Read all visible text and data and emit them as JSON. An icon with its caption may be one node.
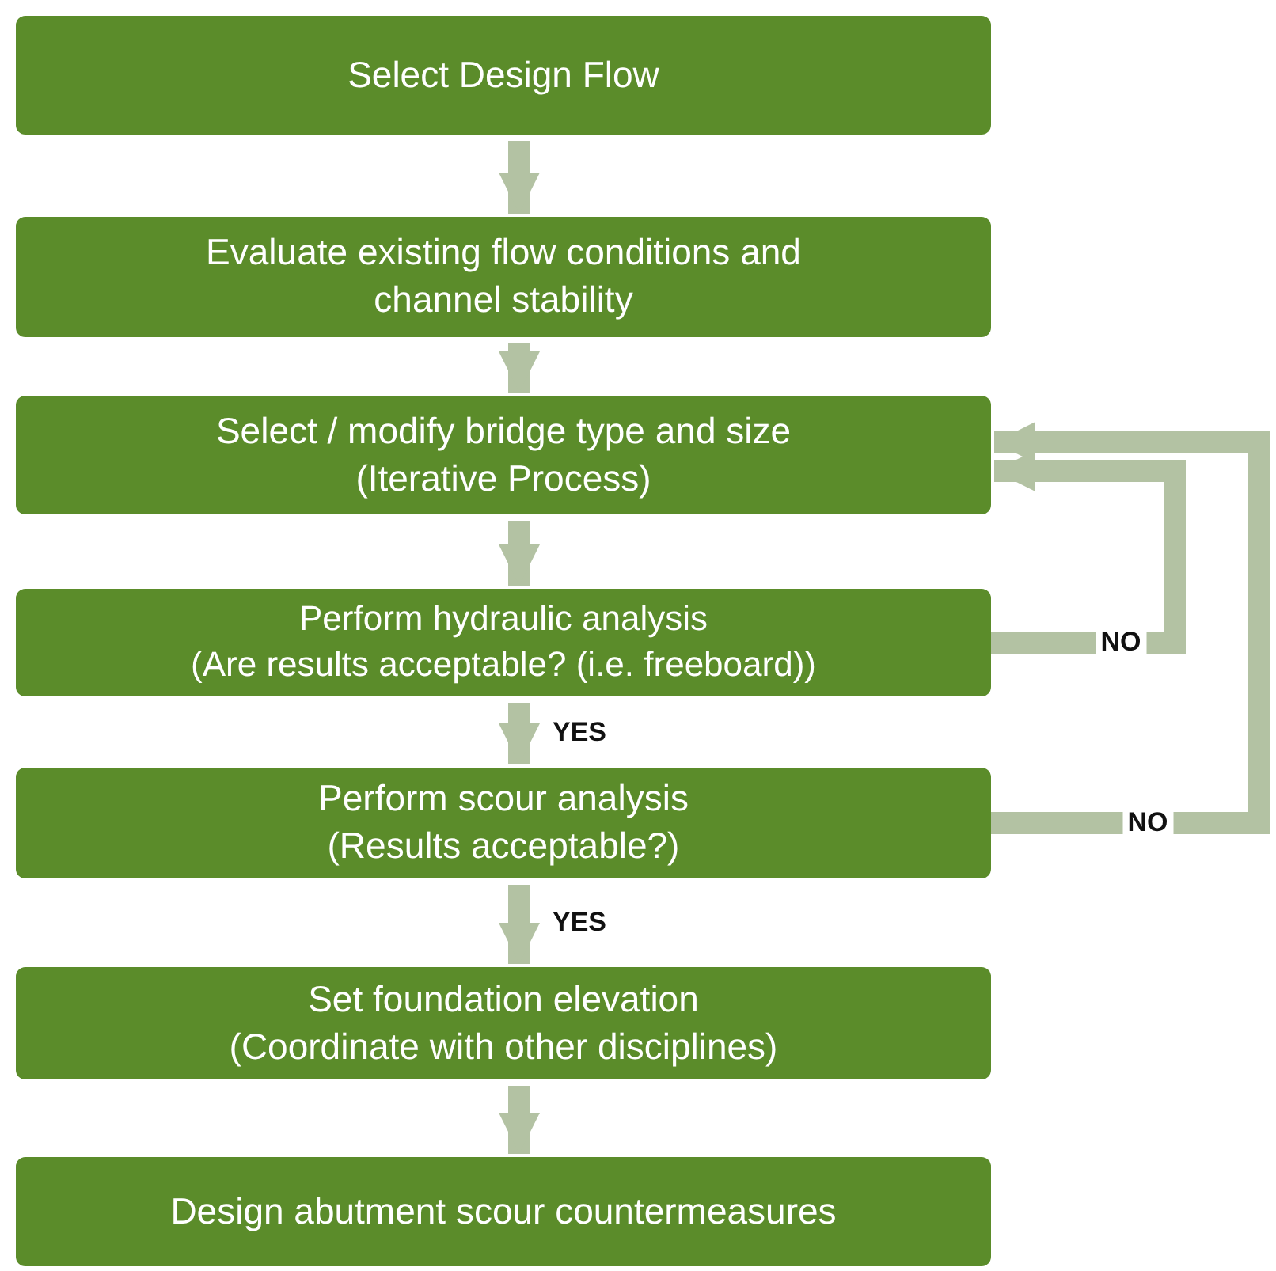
{
  "diagram": {
    "nodes": [
      {
        "text": [
          "Select Design Flow"
        ]
      },
      {
        "text": [
          "Evaluate existing flow conditions and channel stability"
        ]
      },
      {
        "text": [
          "Select / modify bridge type and size",
          "(Iterative Process)"
        ]
      },
      {
        "text": [
          "Perform hydraulic analysis",
          "(Are results acceptable? (i.e. freeboard))"
        ]
      },
      {
        "text": [
          "Perform scour analysis",
          "(Results acceptable?)"
        ]
      },
      {
        "text": [
          "Set foundation elevation",
          "(Coordinate with other disciplines)"
        ]
      },
      {
        "text": [
          "Design abutment scour countermeasures"
        ]
      }
    ],
    "edges": [
      {
        "from": 0,
        "to": 1,
        "arrow": "to"
      },
      {
        "from": 1,
        "to": 2,
        "arrow": "to"
      },
      {
        "from": 2,
        "to": 3,
        "arrow": "to"
      },
      {
        "from": 3,
        "to": 4,
        "arrow": "to",
        "label": "YES"
      },
      {
        "from": 4,
        "to": 5,
        "arrow": "to",
        "label": "YES"
      },
      {
        "from": 5,
        "to": 6,
        "arrow": "to"
      },
      {
        "from": 3,
        "to": 2,
        "arrow": "to",
        "label": "NO"
      },
      {
        "from": 4,
        "to": 2,
        "arrow": "to",
        "label": "NO"
      }
    ]
  }
}
